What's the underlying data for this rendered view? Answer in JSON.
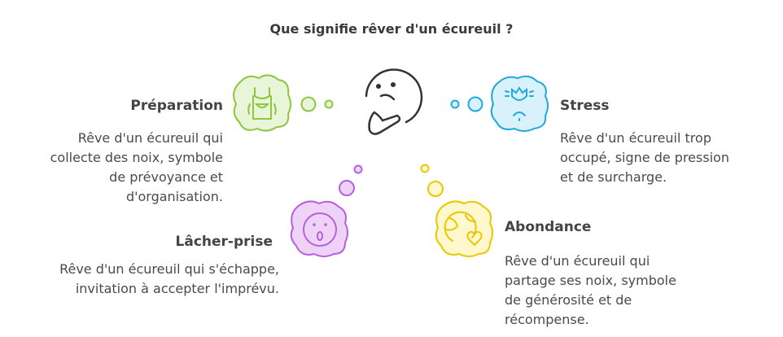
{
  "title": "Que signifie rêver d'un écureuil ?",
  "colors": {
    "green": "#8dc63f",
    "blue": "#1fa9e1",
    "purple": "#b85ee0",
    "yellow": "#e8c800"
  },
  "items": [
    {
      "heading": "Préparation",
      "icon": "apron-icon",
      "lines": [
        "Rêve d'un écureuil qui",
        "collecte des noix, symbole",
        "de prévoyance et",
        "d'organisation."
      ]
    },
    {
      "heading": "Stress",
      "icon": "stressed-face-icon",
      "lines": [
        "Rêve d'un écureuil trop",
        "occupé, signe de pression",
        "et de surcharge."
      ]
    },
    {
      "heading": "Lâcher-prise",
      "icon": "surprised-face-icon",
      "lines": [
        "Rêve d'un écureuil qui s'échappe,",
        "invitation à accepter l'imprévu."
      ]
    },
    {
      "heading": "Abondance",
      "icon": "globe-heart-icon",
      "lines": [
        "Rêve d'un écureuil qui",
        "partage ses noix, symbole",
        "de générosité et de",
        "récompense."
      ]
    }
  ]
}
